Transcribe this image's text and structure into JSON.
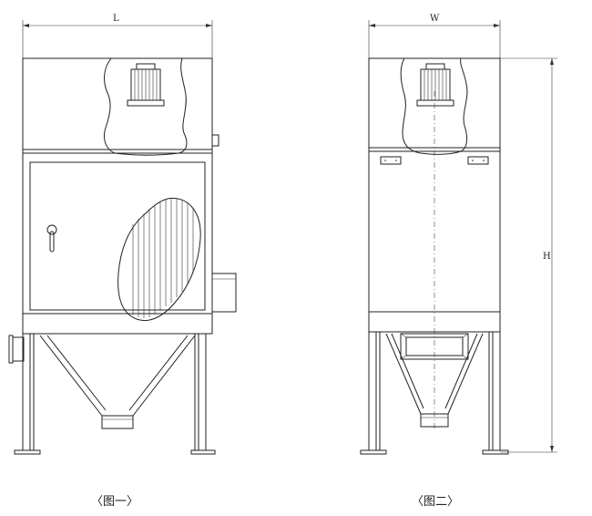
{
  "figure1": {
    "caption": "〈图一〉",
    "dim_width_label": "L"
  },
  "figure2": {
    "caption": "〈图二〉",
    "dim_width_label": "W",
    "dim_height_label": "H"
  }
}
